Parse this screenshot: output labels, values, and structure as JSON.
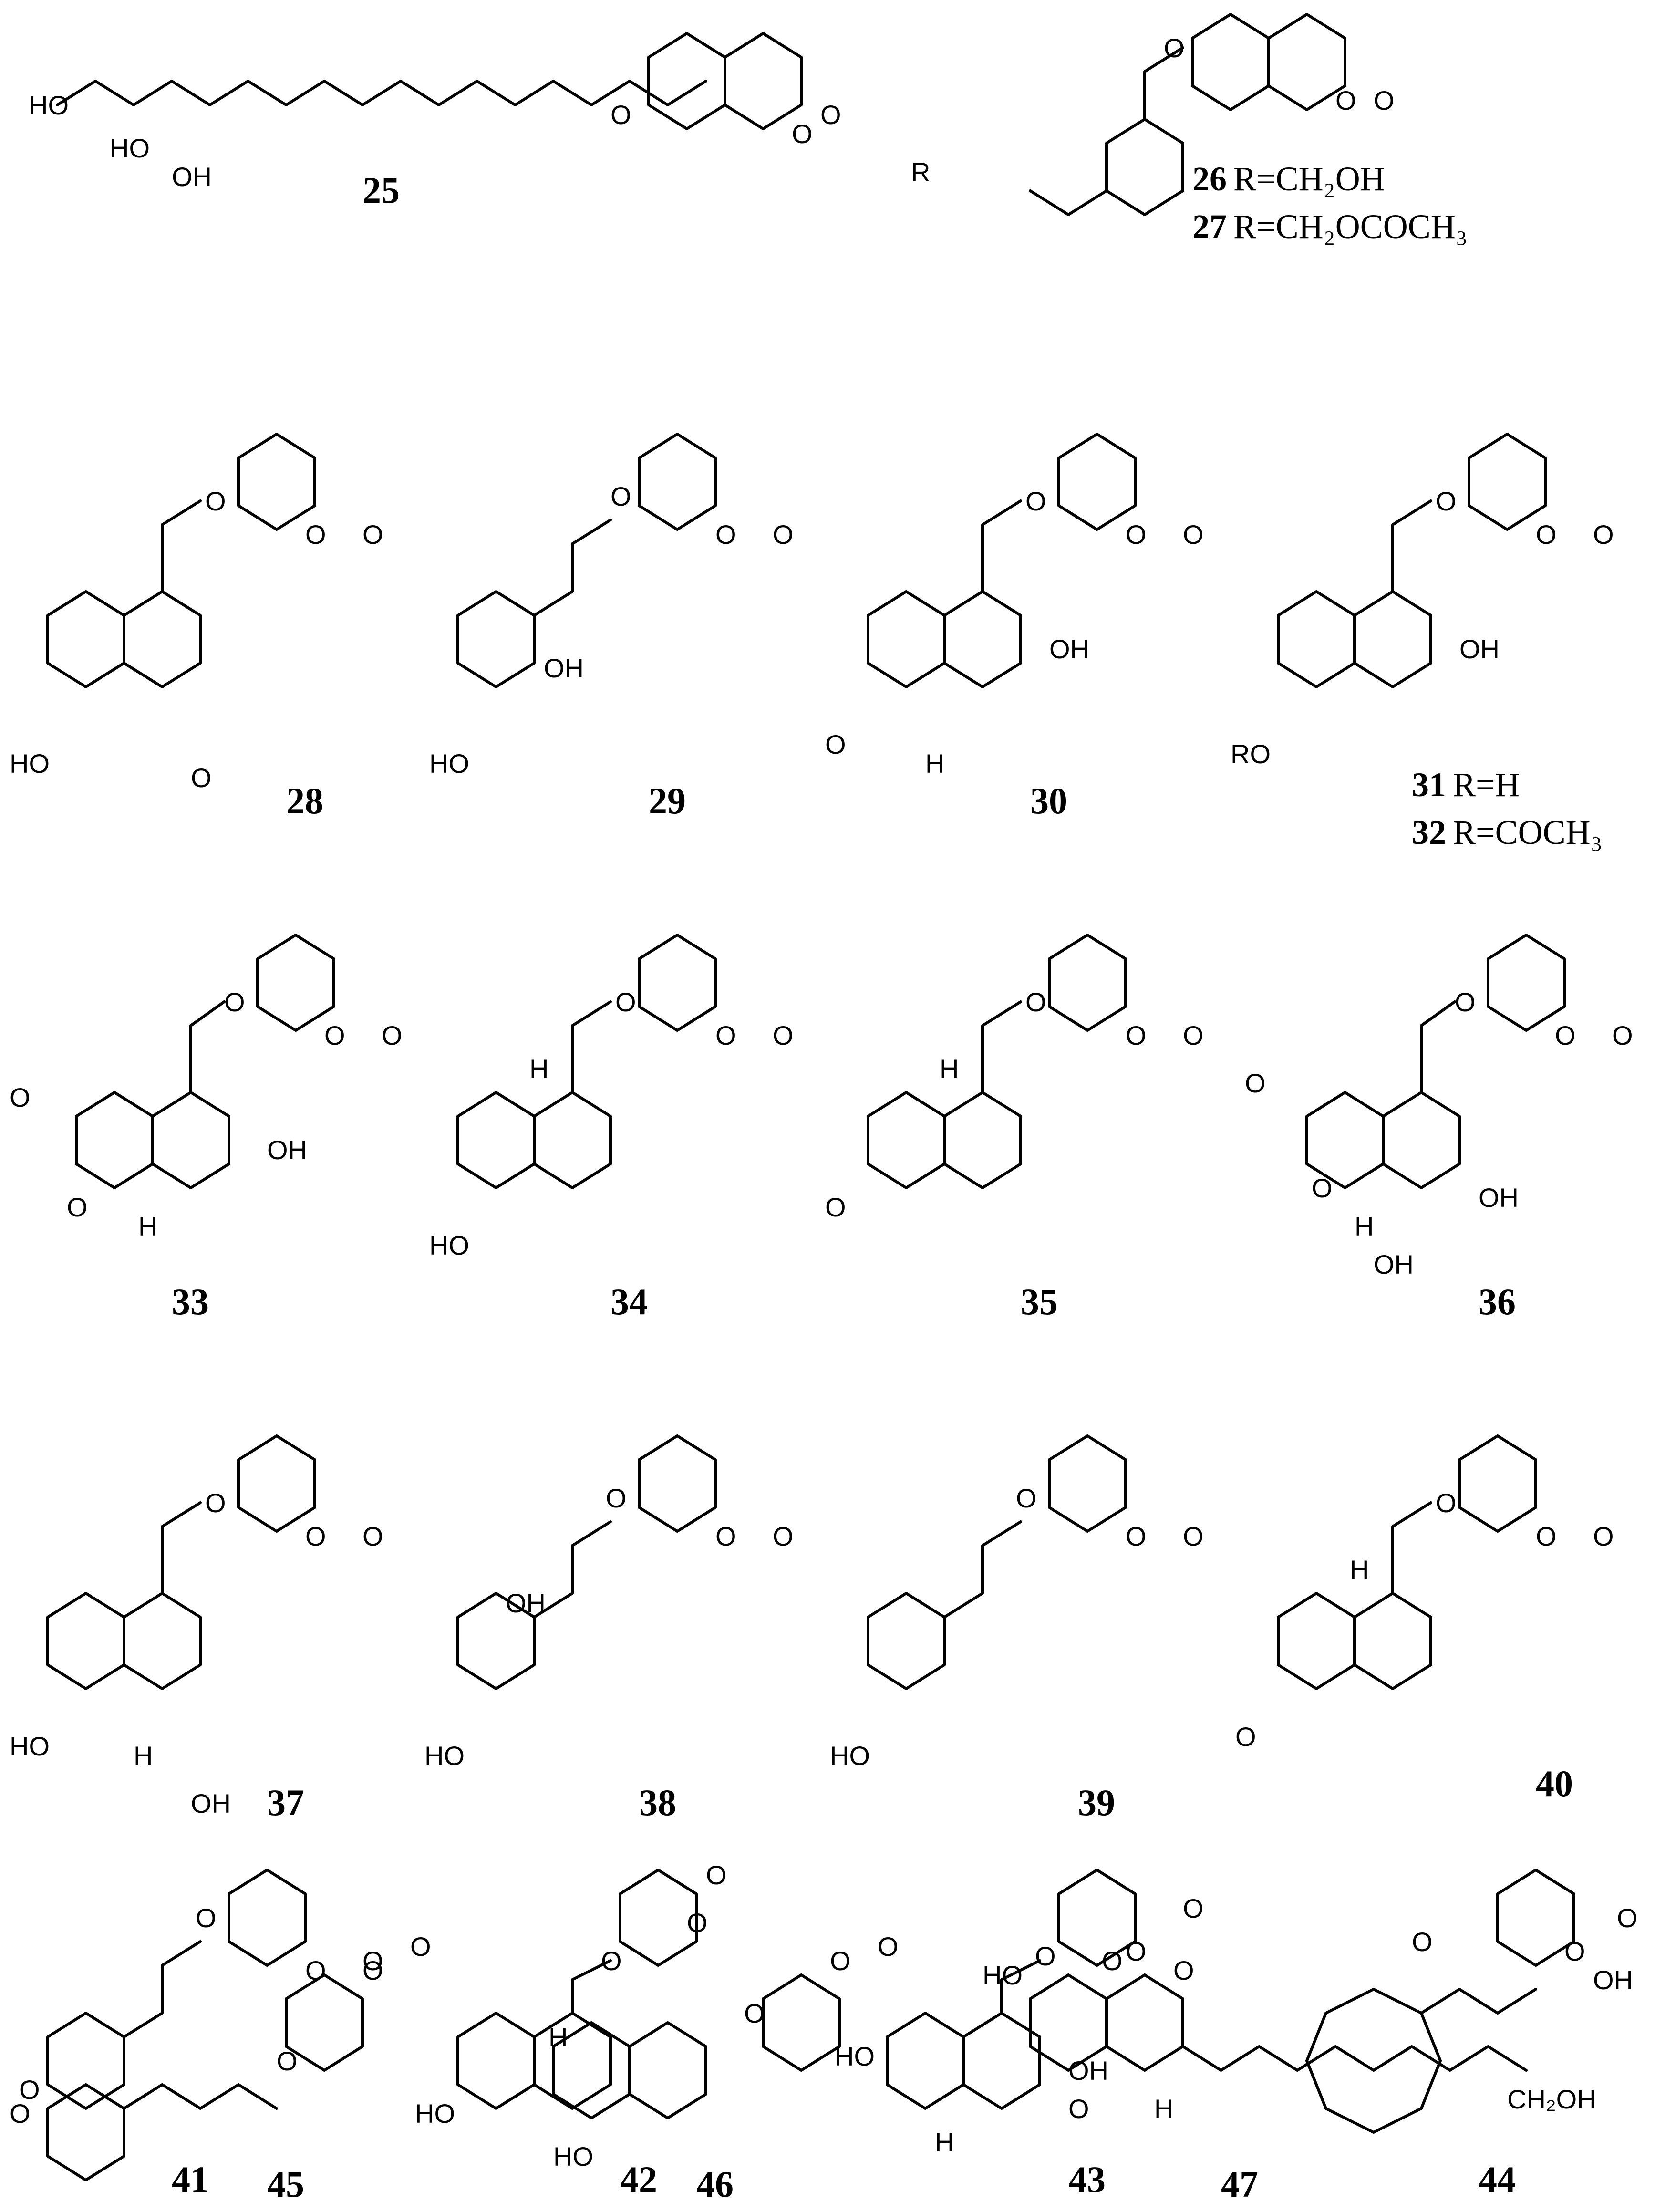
{
  "compounds": [
    {
      "id": "25",
      "atoms": [
        "HO",
        "HO",
        "OH",
        "O",
        "O",
        "O"
      ]
    },
    {
      "id": "26",
      "atoms": [
        "R",
        "O",
        "O",
        "O"
      ],
      "r_group": "R=CH₂OH"
    },
    {
      "id": "27",
      "r_group": "R=CH₂OCOCH₃"
    },
    {
      "id": "28",
      "atoms": [
        "HO",
        "O",
        "O",
        "O",
        "O"
      ]
    },
    {
      "id": "29",
      "atoms": [
        "HO",
        "OH",
        "O",
        "O",
        "O"
      ]
    },
    {
      "id": "30",
      "atoms": [
        "O",
        "OH",
        "H",
        "O",
        "O",
        "O"
      ]
    },
    {
      "id": "31",
      "atoms": [
        "RO",
        "OH",
        "O",
        "O",
        "O"
      ],
      "r_group": "R=H"
    },
    {
      "id": "32",
      "r_group": "R=COCH₃"
    },
    {
      "id": "33",
      "atoms": [
        "O",
        "O",
        "OH",
        "H",
        "O",
        "O",
        "O"
      ]
    },
    {
      "id": "34",
      "atoms": [
        "HO",
        "H",
        "O",
        "O",
        "O"
      ]
    },
    {
      "id": "35",
      "atoms": [
        "O",
        "H",
        "O",
        "O",
        "O"
      ]
    },
    {
      "id": "36",
      "atoms": [
        "O",
        "O",
        "OH",
        "OH",
        "H",
        "O",
        "O",
        "O"
      ]
    },
    {
      "id": "37",
      "atoms": [
        "HO",
        "OH",
        "H",
        "O",
        "O",
        "O"
      ]
    },
    {
      "id": "38",
      "atoms": [
        "HO",
        "OH",
        "O",
        "O",
        "O"
      ]
    },
    {
      "id": "39",
      "atoms": [
        "HO",
        "O",
        "O",
        "O"
      ]
    },
    {
      "id": "40",
      "atoms": [
        "O",
        "H",
        "O",
        "O",
        "O"
      ]
    },
    {
      "id": "41",
      "atoms": [
        "O",
        "O",
        "O",
        "O"
      ]
    },
    {
      "id": "42",
      "atoms": [
        "HO",
        "O",
        "O",
        "O"
      ]
    },
    {
      "id": "43",
      "atoms": [
        "HO",
        "OH",
        "H",
        "O",
        "O",
        "O"
      ]
    },
    {
      "id": "44",
      "atoms": [
        "OH",
        "O",
        "O",
        "O"
      ]
    },
    {
      "id": "45",
      "atoms": [
        "O",
        "O",
        "O",
        "O"
      ]
    },
    {
      "id": "46",
      "atoms": [
        "H",
        "HO",
        "O",
        "O",
        "O"
      ]
    },
    {
      "id": "47",
      "atoms": [
        "HO",
        "O",
        "O",
        "O",
        "H",
        "CH₂OH"
      ]
    }
  ]
}
